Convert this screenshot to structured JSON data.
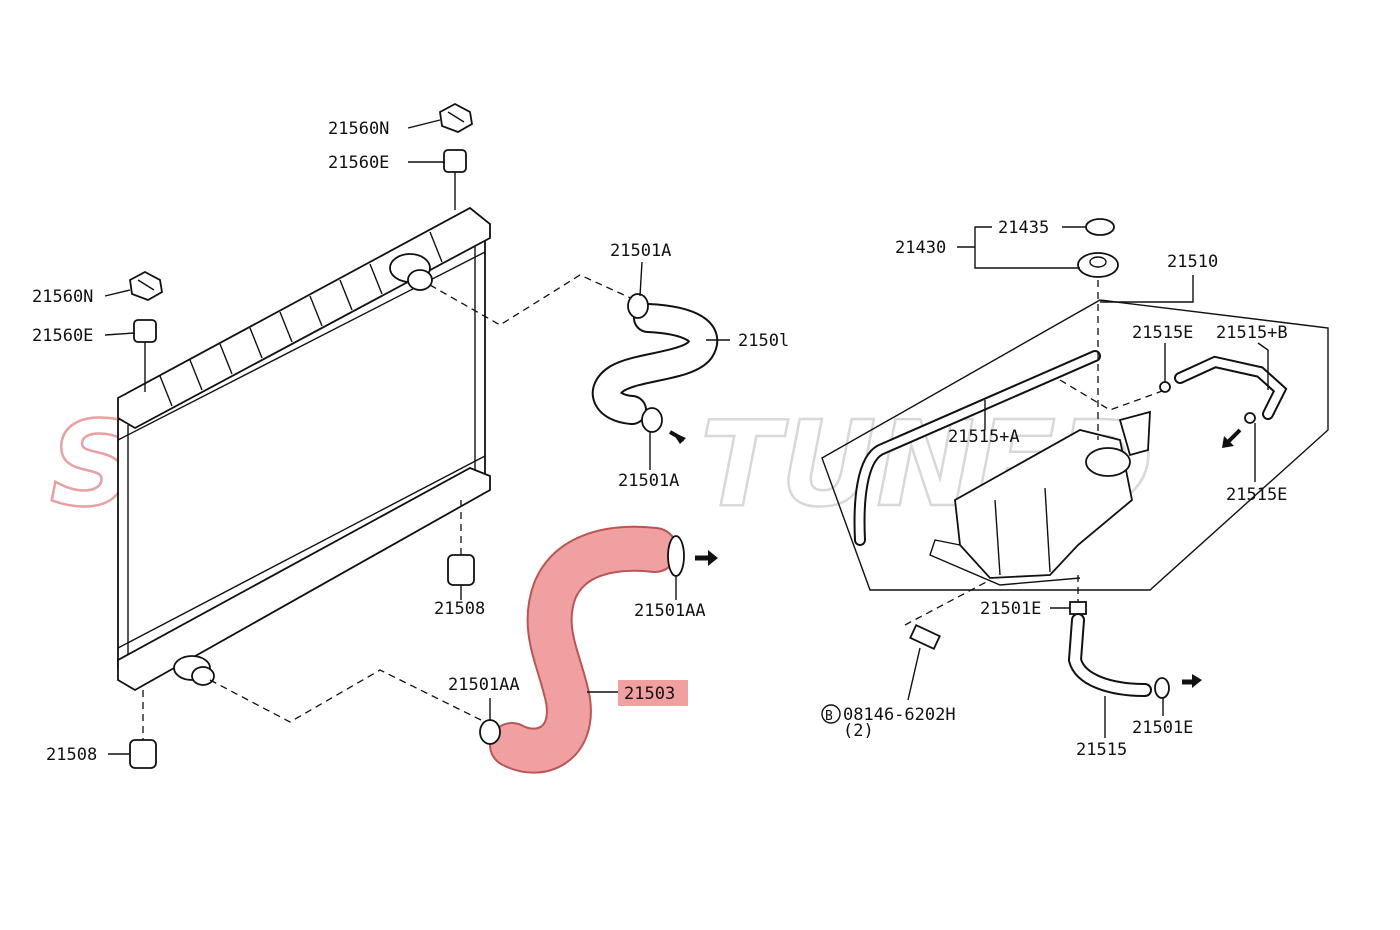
{
  "watermark": {
    "left": "STM",
    "right": "TUNED",
    "color_left": "#e8a0a0",
    "color_right": "#d8d8d8"
  },
  "highlight_color": "#f0a0a0",
  "labels": {
    "radiator_cap_upper": "21560N",
    "mount_upper": "21560E",
    "radiator_cap_left": "21560N",
    "mount_left": "21560E",
    "clamp_upper_top": "21501A",
    "upper_hose": "2150l",
    "clamp_upper_bottom": "21501A",
    "mount_lower_right": "21508",
    "clamp_lower_right": "21501AA",
    "lower_hose": "21503",
    "clamp_lower_left": "21501AA",
    "mount_lower_left": "21508",
    "cap_seal": "21435",
    "reservoir_cap": "21430",
    "reservoir_assy": "21510",
    "clip_top": "21515E",
    "hose_b": "21515+B",
    "hose_a": "21515+A",
    "clip_right": "21515E",
    "clamp_res_top": "21501E",
    "bolt": "08146-6202H",
    "bolt_qty": "(2)",
    "bolt_prefix": "B",
    "clamp_res_bottom": "21501E",
    "reservoir_hose": "21515"
  }
}
